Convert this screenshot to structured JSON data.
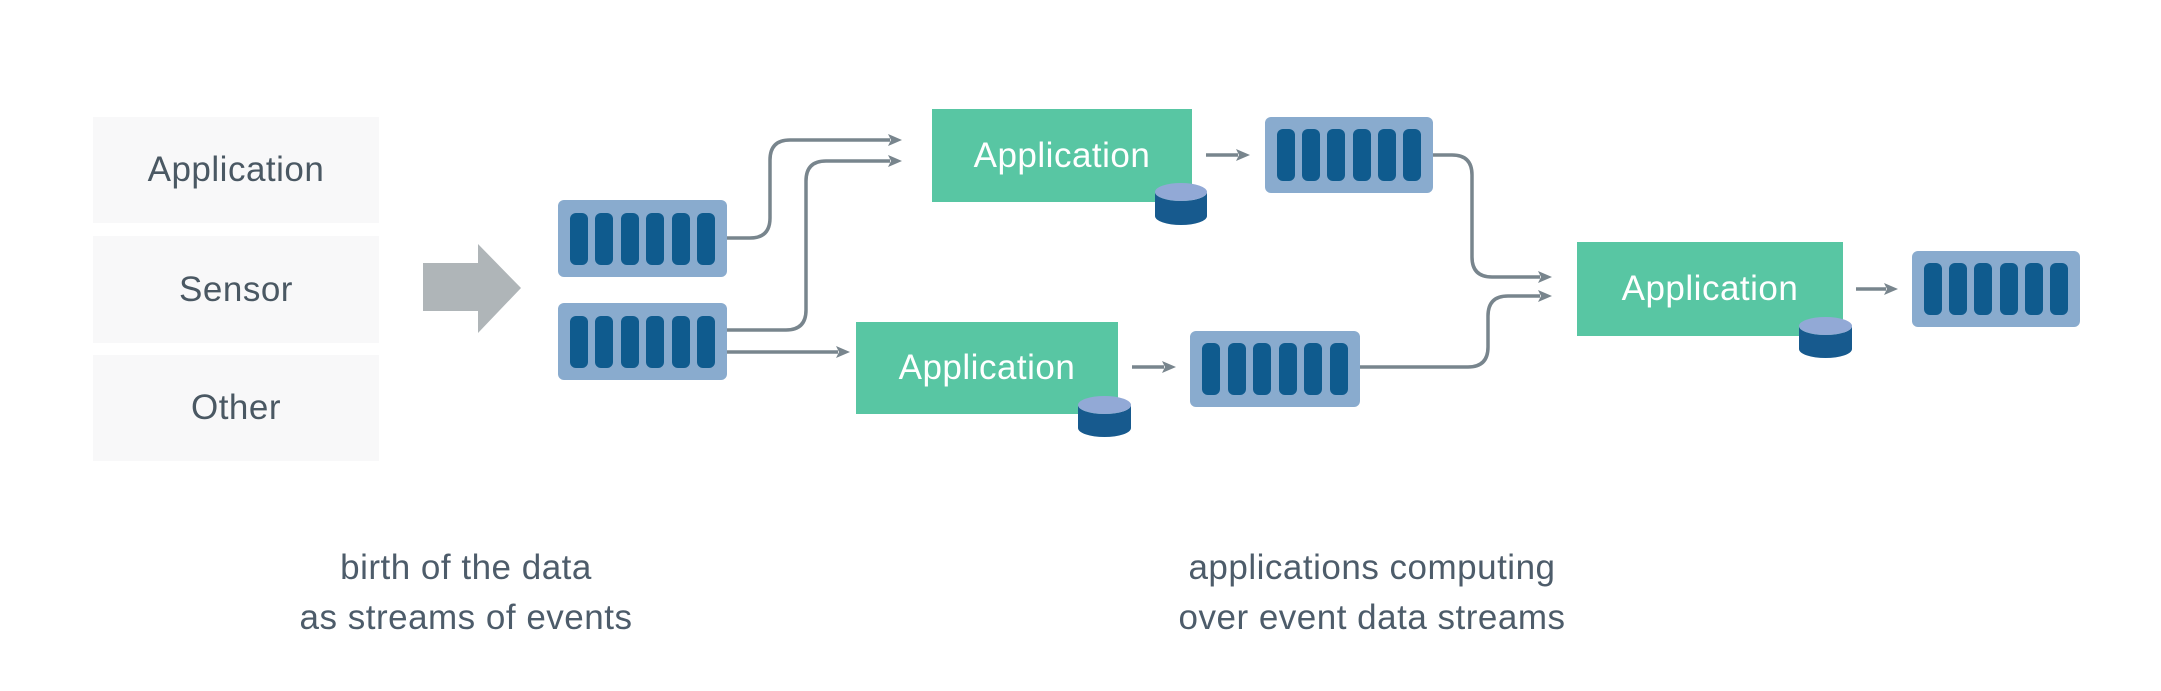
{
  "diagram": {
    "sources": {
      "items": [
        {
          "label": "Application"
        },
        {
          "label": "Sensor"
        },
        {
          "label": "Other"
        }
      ]
    },
    "applications": {
      "top": {
        "label": "Application"
      },
      "middle": {
        "label": "Application"
      },
      "output": {
        "label": "Application"
      }
    },
    "captions": {
      "left": {
        "line1": "birth of the data",
        "line2": "as streams of events"
      },
      "right": {
        "line1": "applications computing",
        "line2": "over event data streams"
      }
    },
    "icons": {
      "stream": "event-stream-icon",
      "database": "database-cylinder-icon",
      "flow": "flow-arrow-icon"
    },
    "colors": {
      "app_green": "#58C6A3",
      "app_text": "#FFFFFF",
      "stream_bg": "#89ABCE",
      "stream_bar": "#0F5B8E",
      "db_body": "#175A8E",
      "db_top": "#92A9D6",
      "flow_arrow": "#AFB5B8",
      "connector": "#78858D",
      "source_bg": "#F8F8F9",
      "source_text": "#4A5863",
      "caption_text": "#4D5C6A"
    }
  }
}
